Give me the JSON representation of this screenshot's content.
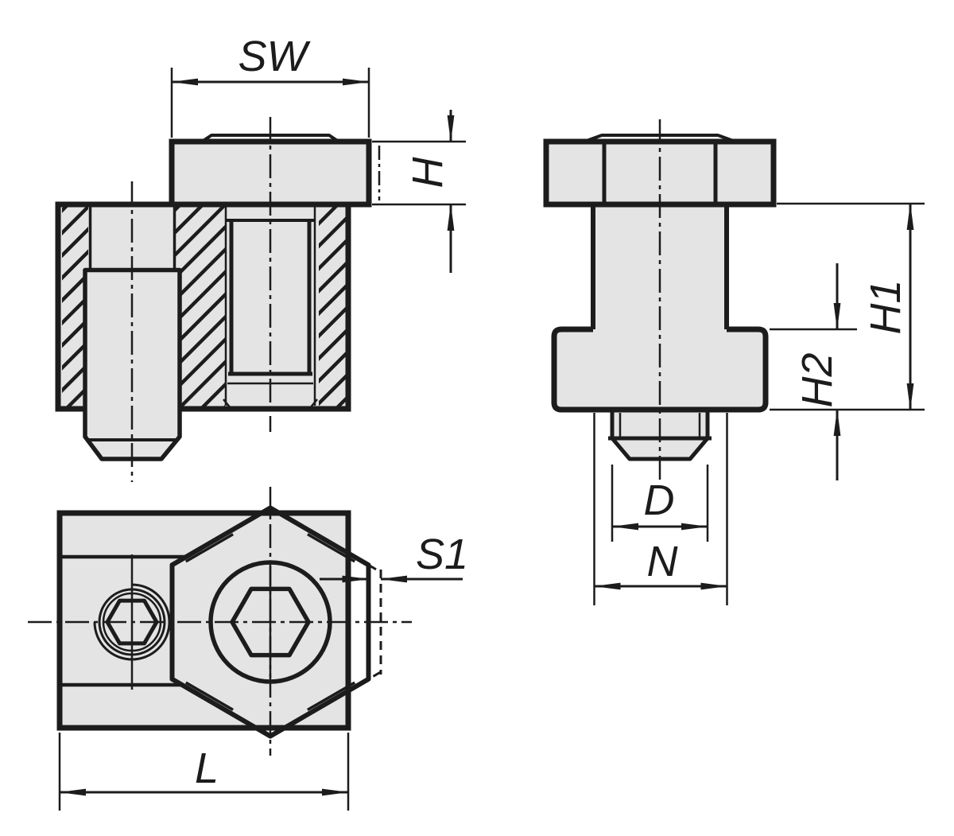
{
  "colors": {
    "line": "#1c1c1c",
    "part": "#e4e4e4",
    "background": "#ffffff"
  },
  "views": {
    "front_section": {
      "dimensions": {
        "sw": "SW",
        "h": "H"
      }
    },
    "side": {
      "dimensions": {
        "h1": "H1",
        "h2": "H2",
        "d": "D",
        "n": "N"
      }
    },
    "top": {
      "dimensions": {
        "s1": "S1",
        "l": "L"
      }
    }
  }
}
